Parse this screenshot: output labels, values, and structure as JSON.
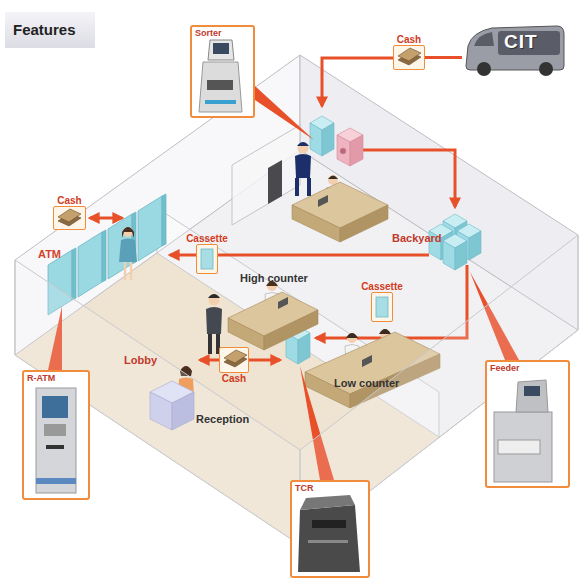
{
  "diagram": {
    "title": "Features",
    "nodes": [
      {
        "text": [
          "Sorter"
        ]
      },
      {
        "text": [
          "Cash"
        ]
      },
      {
        "text": [
          "CIT"
        ]
      },
      {
        "text": [
          "Cash"
        ]
      },
      {
        "text": [
          "Cassette"
        ]
      },
      {
        "text": [
          "Cassette"
        ]
      },
      {
        "text": [
          "Cash"
        ]
      },
      {
        "text": [
          "R-ATM"
        ]
      },
      {
        "text": [
          "Feeder"
        ]
      },
      {
        "text": [
          "TCR"
        ]
      }
    ],
    "edges": [
      {
        "from": 2,
        "to": 1,
        "arrow": "none"
      }
    ],
    "labels": [
      "ATM",
      "Backyard",
      "High counter",
      "Lobby",
      "Low counter",
      "Reception"
    ]
  }
}
